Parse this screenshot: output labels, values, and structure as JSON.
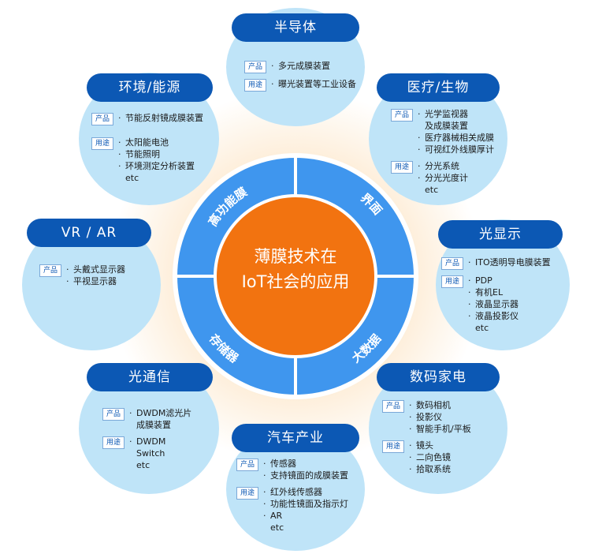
{
  "center": {
    "line1": "薄膜技术在",
    "line2": "IoT社会的应用"
  },
  "ring": {
    "top_left": "高功能膜",
    "top_right": "界面",
    "bottom_left": "存储器",
    "bottom_right": "大数据"
  },
  "colors": {
    "title_bg": "#0c58b4",
    "bubble": "#bfe4f8",
    "ring": "#3f96ee",
    "center": "#f27310"
  },
  "segments": [
    {
      "title": "半导体",
      "groups": [
        {
          "tag": "产品",
          "items": [
            "多元成膜装置"
          ]
        },
        {
          "tag": "用途",
          "items": [
            "曝光装置等工业设备"
          ]
        }
      ]
    },
    {
      "title": "医疗/生物",
      "groups": [
        {
          "tag": "产品",
          "items": [
            "光学监视器",
            "及成膜装置",
            "医疗器械相关成膜",
            "可视红外线膜厚计"
          ]
        },
        {
          "tag": "用途",
          "items": [
            "分光系统",
            "分光光度计",
            "etc"
          ]
        }
      ]
    },
    {
      "title": "光显示",
      "groups": [
        {
          "tag": "产品",
          "items": [
            "ITO透明导电膜装置"
          ]
        },
        {
          "tag": "用途",
          "items": [
            "PDP",
            "有机EL",
            "液晶显示器",
            "液晶投影仪",
            "etc"
          ]
        }
      ]
    },
    {
      "title": "数码家电",
      "groups": [
        {
          "tag": "产品",
          "items": [
            "数码相机",
            "投影仪",
            "智能手机/平板"
          ]
        },
        {
          "tag": "用途",
          "items": [
            "镜头",
            "二向色镜",
            "拾取系统"
          ]
        }
      ]
    },
    {
      "title": "汽车产业",
      "groups": [
        {
          "tag": "产品",
          "items": [
            "传感器",
            "支持镜面的成膜装置"
          ]
        },
        {
          "tag": "用途",
          "items": [
            "红外线传感器",
            "功能性镜面及指示灯",
            "AR",
            "etc"
          ]
        }
      ]
    },
    {
      "title": "光通信",
      "groups": [
        {
          "tag": "产品",
          "items": [
            "DWDM滤光片",
            "成膜装置"
          ]
        },
        {
          "tag": "用途",
          "items": [
            "DWDM",
            "Switch",
            "etc"
          ]
        }
      ]
    },
    {
      "title": "VR / AR",
      "groups": [
        {
          "tag": "产品",
          "items": [
            "头戴式显示器",
            "平视显示器"
          ]
        }
      ]
    },
    {
      "title": "环境/能源",
      "groups": [
        {
          "tag": "产品",
          "items": [
            "节能反射镜成膜装置"
          ]
        },
        {
          "tag": "用途",
          "items": [
            "太阳能电池",
            "节能照明",
            "环境测定分析装置",
            "etc"
          ]
        }
      ]
    }
  ]
}
